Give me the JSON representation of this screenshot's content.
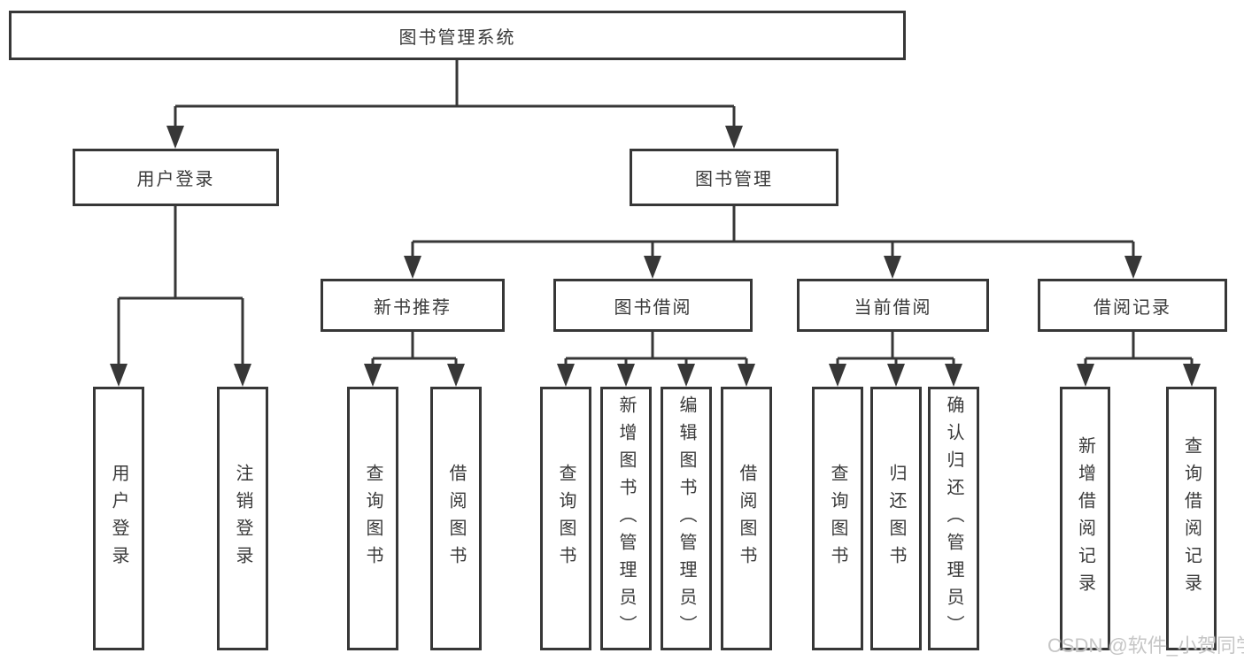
{
  "diagram": {
    "root": "图书管理系统",
    "branches": [
      {
        "label": "用户登录",
        "children": [
          "用户登录",
          "注销登录"
        ]
      },
      {
        "label": "图书管理",
        "groups": [
          {
            "label": "新书推荐",
            "children": [
              "查询图书",
              "借阅图书"
            ]
          },
          {
            "label": "图书借阅",
            "children": [
              "查询图书",
              "新增图书（管理员）",
              "编辑图书（管理员）",
              "借阅图书"
            ]
          },
          {
            "label": "当前借阅",
            "children": [
              "查询图书",
              "归还图书",
              "确认归还（管理员）"
            ]
          },
          {
            "label": "借阅记录",
            "children": [
              "新增借阅记录",
              "查询借阅记录"
            ]
          }
        ]
      }
    ]
  },
  "watermark": {
    "text": "CSDN @软件_小贺同学"
  },
  "colors": {
    "line": "#373737",
    "box_border": "#373737",
    "text": "#3a3a3a",
    "background": "#ffffff",
    "watermark": "#c6c6c6"
  }
}
